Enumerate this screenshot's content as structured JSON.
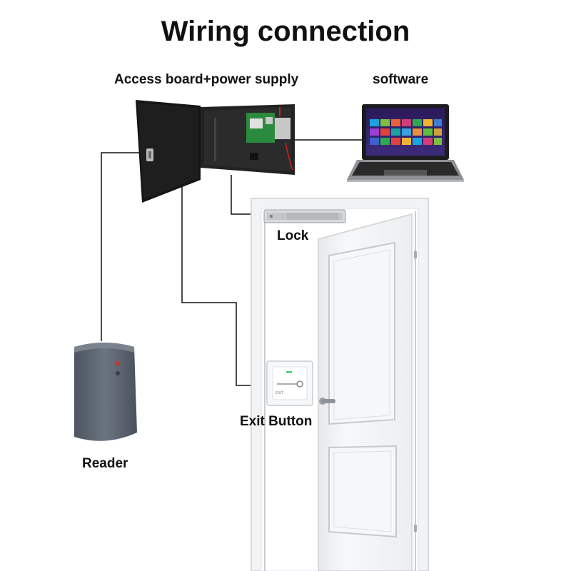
{
  "title": "Wiring connection",
  "labels": {
    "access_board": "Access board+power supply",
    "software": "software",
    "lock": "Lock",
    "exit_button": "Exit Button",
    "reader": "Reader"
  },
  "devices": {
    "exit_button_face_text": "EXIT"
  },
  "colors": {
    "wire": "#111111",
    "cabinet": "#1a1a1a",
    "reader_body": "#5c6570",
    "door": "#f4f5f6",
    "indicator_green": "#3ad17a",
    "indicator_red": "#c0392b"
  },
  "icons": {
    "cabinet": "access-control-cabinet-icon",
    "laptop": "laptop-icon",
    "lock": "magnetic-lock-icon",
    "exit_button": "exit-button-icon",
    "reader": "card-reader-icon",
    "door": "door-icon"
  }
}
